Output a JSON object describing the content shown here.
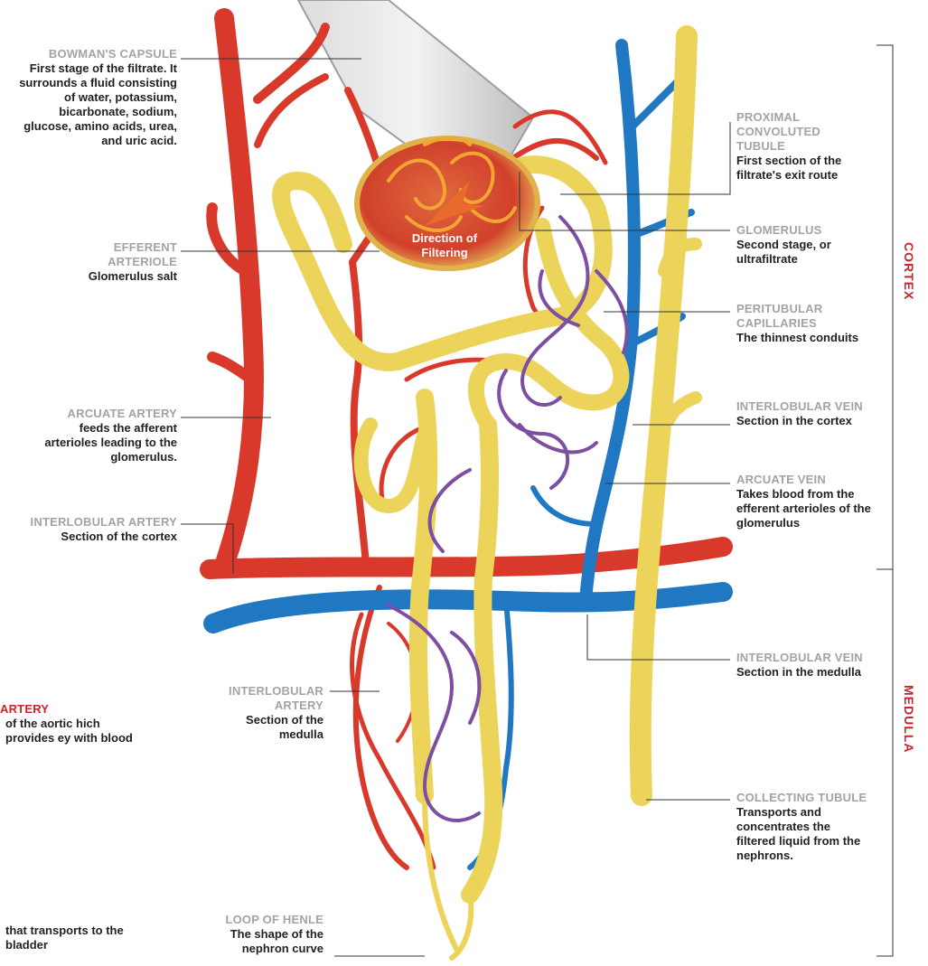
{
  "labels": {
    "bowmans": {
      "title": "BOWMAN'S CAPSULE",
      "desc": "First stage of the filtrate. It surrounds a fluid consisting of water, potassium, bicarbonate, sodium, glucose, amino acids, urea, and uric acid."
    },
    "efferent": {
      "title": "EFFERENT ARTERIOLE",
      "desc": "Glomerulus salt"
    },
    "arcuate_artery": {
      "title": "ARCUATE ARTERY",
      "desc": "feeds the afferent arterioles leading to the glomerulus."
    },
    "interlobular_artery_cortex": {
      "title": "INTERLOBULAR ARTERY",
      "desc": "Section of the cortex"
    },
    "renal_artery_partial": {
      "title": "ARTERY",
      "desc": "of the aortic hich provides ey with blood"
    },
    "ureter_partial": {
      "desc": "that transports to the bladder"
    },
    "interlobular_artery_medulla": {
      "title": "INTERLOBULAR ARTERY",
      "desc": "Section of the medulla"
    },
    "loop_henle": {
      "title": "LOOP OF HENLE",
      "desc": "The shape of the nephron curve"
    },
    "proximal": {
      "title": "PROXIMAL CONVOLUTED TUBULE",
      "desc": "First section of the filtrate's exit route"
    },
    "glomerulus": {
      "title": "GLOMERULUS",
      "desc": "Second stage, or ultrafiltrate"
    },
    "peritubular": {
      "title": "PERITUBULAR CAPILLARIES",
      "desc": "The thinnest conduits"
    },
    "interlobular_vein_cortex": {
      "title": "INTERLOBULAR VEIN",
      "desc": "Section in the cortex"
    },
    "arcuate_vein": {
      "title": "ARCUATE VEIN",
      "desc": "Takes blood from the efferent arterioles of the glomerulus"
    },
    "interlobular_vein_medulla": {
      "title": "INTERLOBULAR VEIN",
      "desc": "Section in the medulla"
    },
    "collecting": {
      "title": "COLLECTING TUBULE",
      "desc": "Transports and concentrates the filtered liquid from the nephrons."
    }
  },
  "direction": "Direction of Filtering",
  "regions": {
    "cortex": "CORTEX",
    "medulla": "MEDULLA"
  },
  "colors": {
    "artery": "#d8392b",
    "vein": "#1f78c1",
    "tubule": "#ecd35a",
    "capillary": "#7d4fa3",
    "accent": "#c8242b"
  }
}
